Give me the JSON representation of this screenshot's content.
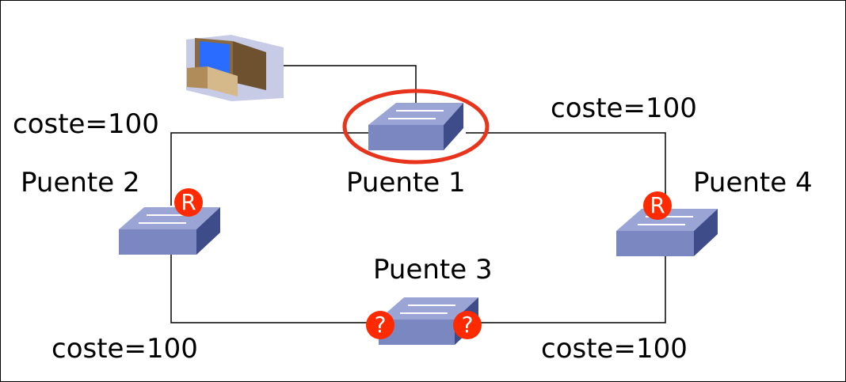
{
  "bridges": [
    {
      "label": "Puente 1"
    },
    {
      "label": "Puente 2"
    },
    {
      "label": "Puente 3"
    },
    {
      "label": "Puente 4"
    }
  ],
  "links": {
    "top_left_cost": "coste=100",
    "top_right_cost": "coste=100",
    "bottom_left_cost": "coste=100",
    "bottom_right_cost": "coste=100"
  },
  "badges": {
    "root_port": "R",
    "unknown_port": "?"
  },
  "colors": {
    "switch_top": "#8f9ccf",
    "switch_side": "#4d5a9a",
    "highlight": "#e8341c",
    "badge": "#ff2a00"
  },
  "icons": [
    "computer-icon",
    "switch-icon"
  ]
}
